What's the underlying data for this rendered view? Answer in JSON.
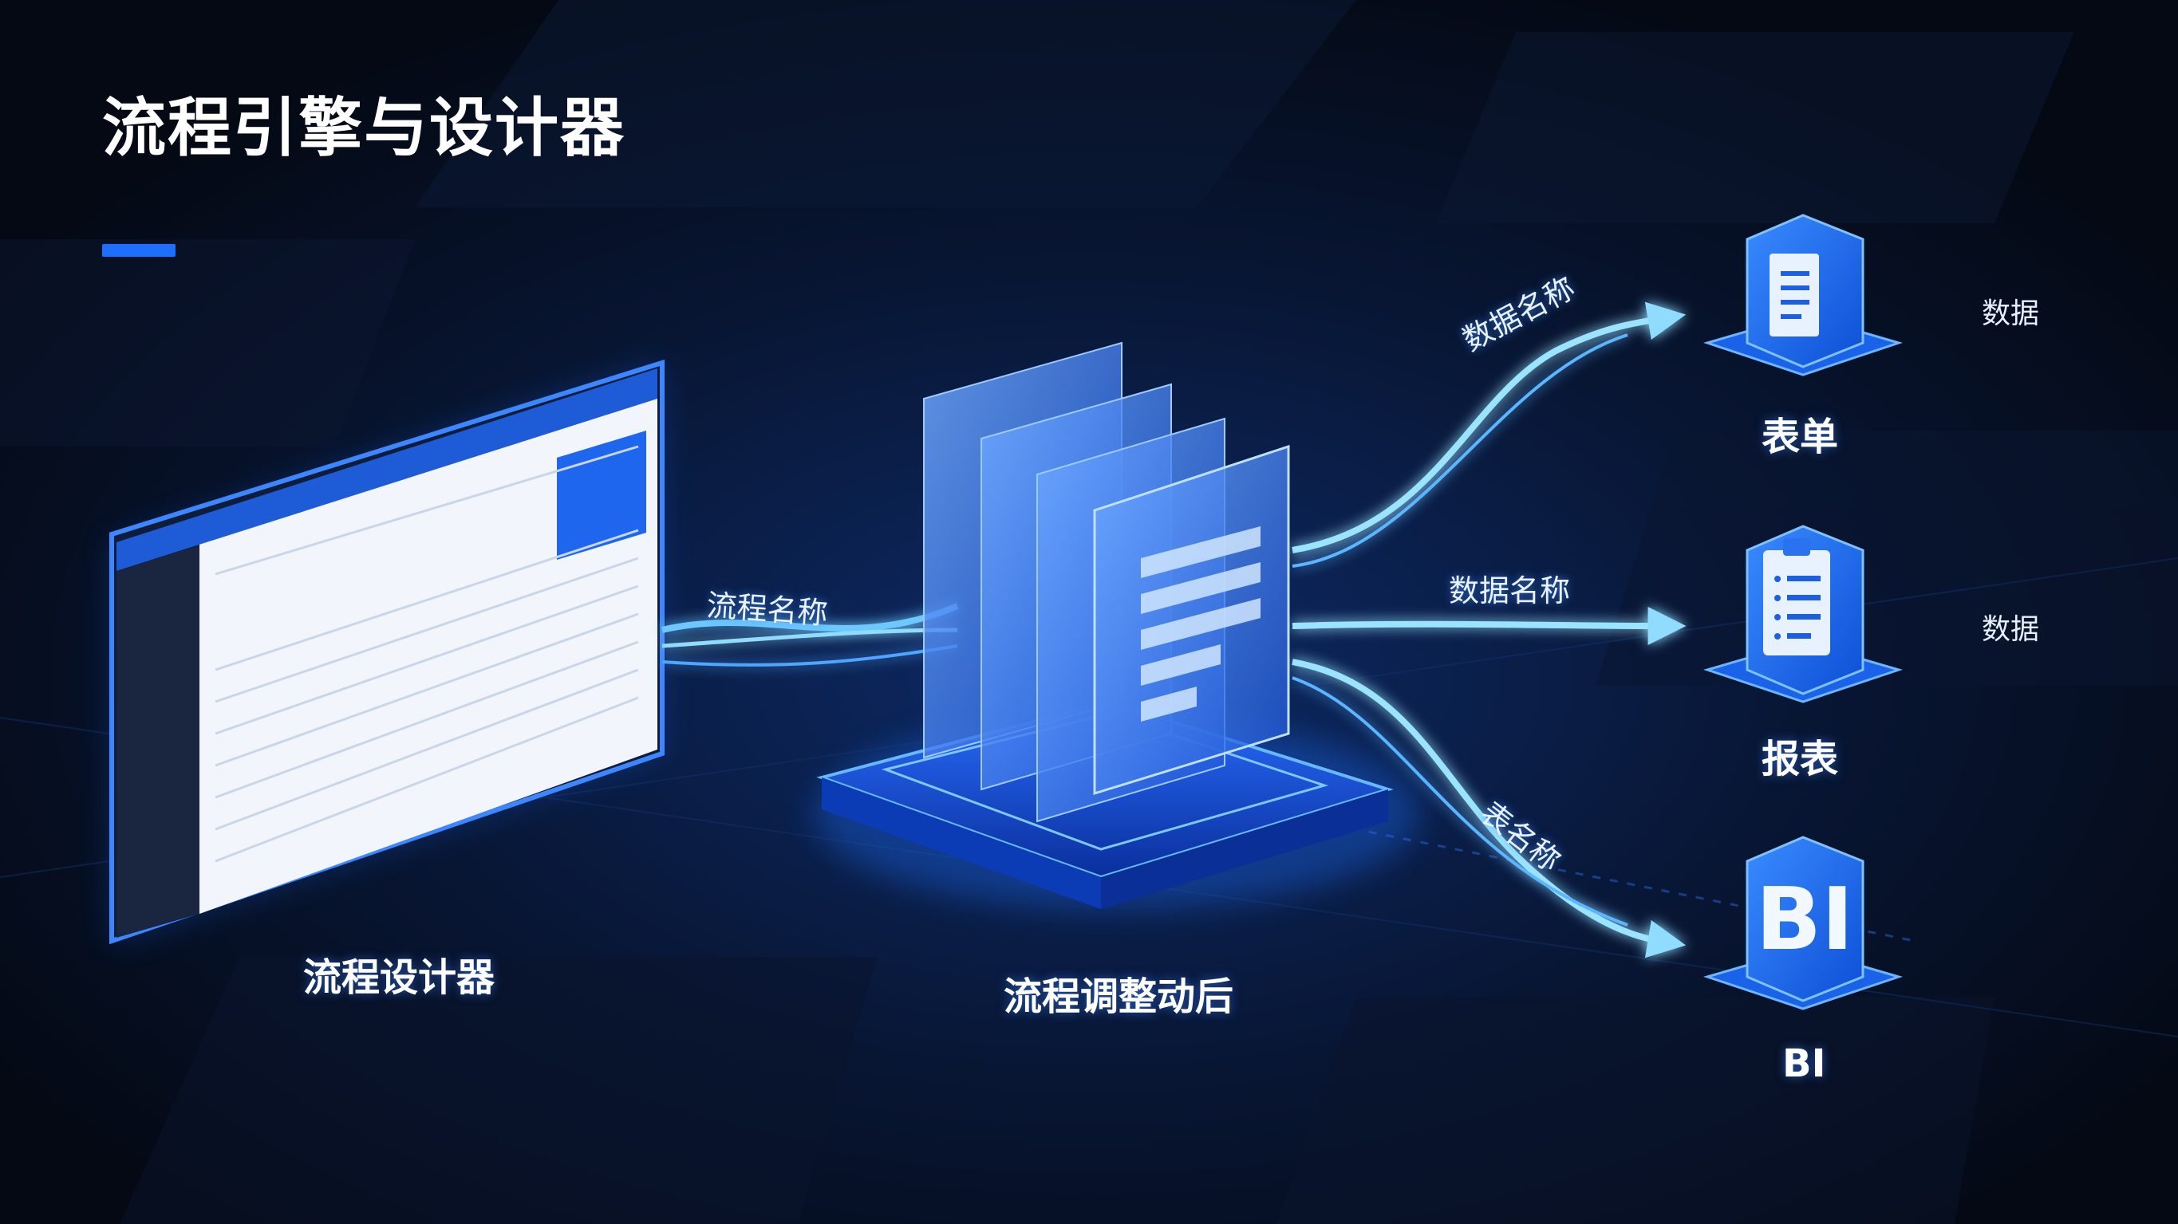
{
  "title": "流程引擎与设计器",
  "nodes": {
    "designer": "流程设计器",
    "engine": "流程调整动后",
    "form": "表单",
    "report": "报表",
    "bi": "BI"
  },
  "flow_labels": {
    "input": "流程名称",
    "to_form": "数据名称",
    "to_report": "数据名称",
    "to_bi": "表名称"
  },
  "data_tags": {
    "form": "数据",
    "report": "数据"
  },
  "bi_icon_text": "BI",
  "colors": {
    "background": "#050b1c",
    "accent": "#1f6fff",
    "glow": "#4fb6ff",
    "icon_blue": "#1668f0",
    "panel_header": "#1f5fd8"
  }
}
